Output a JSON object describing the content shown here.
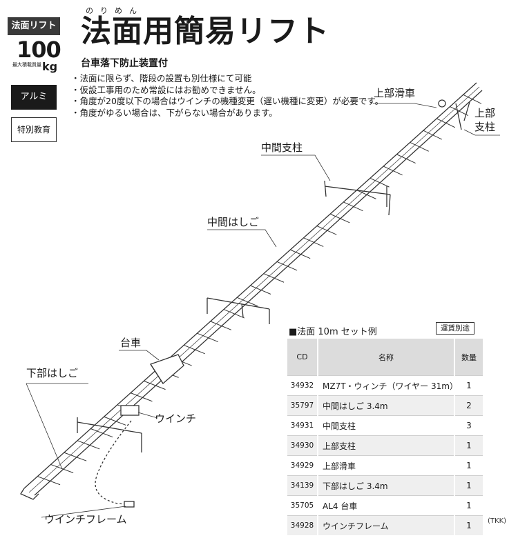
{
  "badges": {
    "category": "法面リフト",
    "capacity_value": "100",
    "capacity_label": "最大積載質量",
    "capacity_unit": "kg",
    "material": "アルミ",
    "education": "特別教育"
  },
  "header": {
    "ruby": "のりめん",
    "title": "法面用簡易リフト",
    "subtitle": "台車落下防止装置付"
  },
  "notes": [
    "・法面に限らず、階段の設置も別仕様にて可能",
    "・仮設工事用のため常設にはお勧めできません。",
    "・角度が20度以下の場合はウインチの機種変更（遅い機種に変更）が必要です。",
    "・角度がゆるい場合は、下がらない場合があります。"
  ],
  "diagram_labels": {
    "upper_pulley": "上部滑車",
    "upper_post_1": "上部",
    "upper_post_2": "支柱",
    "middle_post": "中間支柱",
    "middle_ladder": "中間はしご",
    "cart": "台車",
    "lower_ladder": "下部はしご",
    "winch": "ウインチ",
    "winch_frame": "ウインチフレーム"
  },
  "parts_table": {
    "title": "■法面 10m セット例",
    "badge": "運賃別途",
    "headers": {
      "cd": "CD",
      "name": "名称",
      "qty": "数量"
    },
    "rows": [
      {
        "cd": "34932",
        "name": "MZ7T・ウィンチ（ワイヤー 31m）",
        "qty": "1"
      },
      {
        "cd": "35797",
        "name": "中間はしご 3.4m",
        "qty": "2"
      },
      {
        "cd": "34931",
        "name": "中間支柱",
        "qty": "3"
      },
      {
        "cd": "34930",
        "name": "上部支柱",
        "qty": "1"
      },
      {
        "cd": "34929",
        "name": "上部滑車",
        "qty": "1"
      },
      {
        "cd": "34139",
        "name": "下部はしご 3.4m",
        "qty": "1"
      },
      {
        "cd": "35705",
        "name": "AL4 台車",
        "qty": "1"
      },
      {
        "cd": "34928",
        "name": "ウインチフレーム",
        "qty": "1"
      }
    ]
  },
  "footer": {
    "code": "(TKK)"
  }
}
